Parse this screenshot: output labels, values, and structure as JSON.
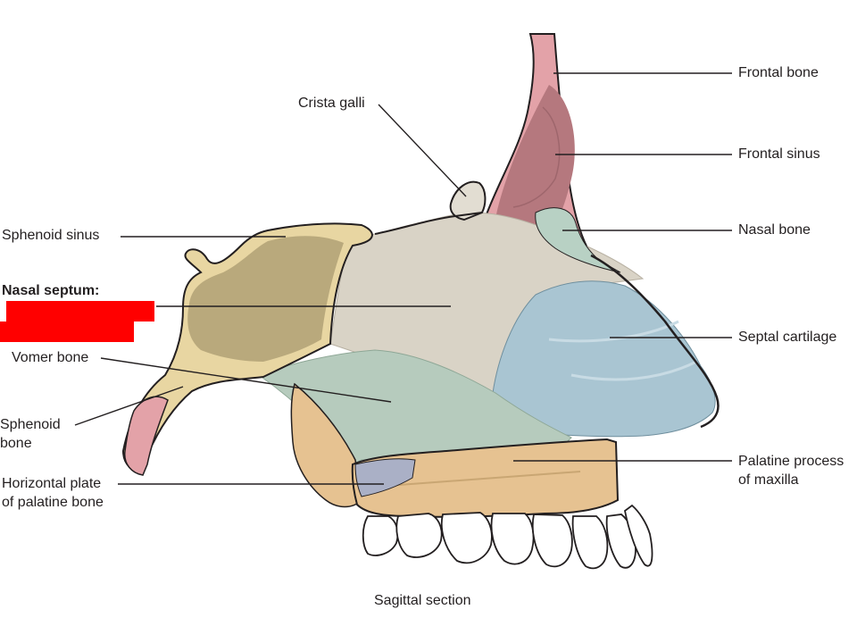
{
  "labels": {
    "frontal_bone": "Frontal bone",
    "frontal_sinus": "Frontal sinus",
    "crista_galli": "Crista galli",
    "nasal_bone": "Nasal bone",
    "sphenoid_sinus": "Sphenoid sinus",
    "nasal_septum": "Nasal septum:",
    "septal_cartilage": "Septal cartilage",
    "vomer_bone": "Vomer bone",
    "sphenoid_bone_line1": "Sphenoid",
    "sphenoid_bone_line2": "bone",
    "palatine_process_line1": "Palatine process",
    "palatine_process_line2": "of maxilla",
    "horizontal_plate_line1": "Horizontal plate",
    "horizontal_plate_line2": "of palatine bone"
  },
  "caption": "Sagittal section",
  "colors": {
    "redaction": "#ff0000",
    "frontal_bone": "#e3a2a8",
    "frontal_sinus": "#b5787e",
    "ethmoid_plate": "#d9d3c6",
    "sphenoid_bone": "#e8d6a2",
    "sphenoid_sinus": "#b9a97c",
    "nasal_bone": "#b8d1c4",
    "septal_cartilage": "#a9c5d2",
    "vomer": "#b6cbbd",
    "maxilla": "#e6c291",
    "palatine": "#aab0c6",
    "teeth": "#ffffff",
    "outline": "#231f20"
  }
}
